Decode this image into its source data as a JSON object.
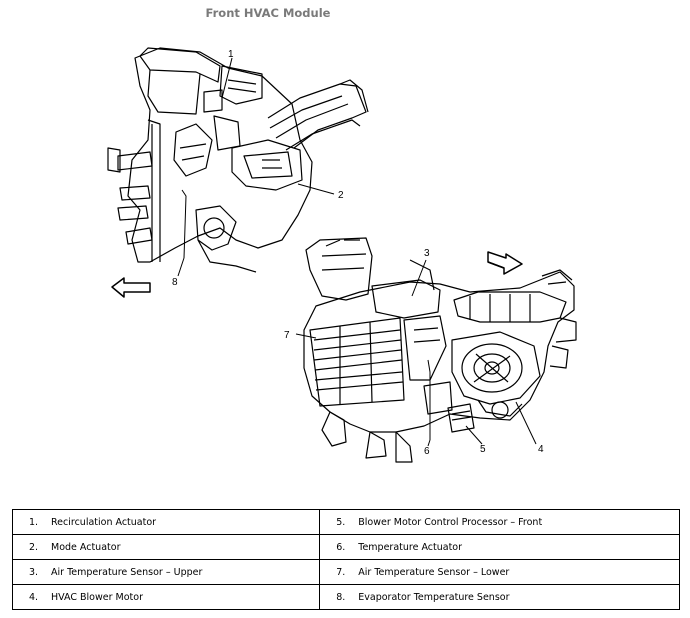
{
  "title": "Front HVAC Module",
  "callouts": [
    "1",
    "2",
    "3",
    "4",
    "5",
    "6",
    "7",
    "8"
  ],
  "legend": [
    [
      {
        "num": "1.",
        "label": "Recirculation Actuator"
      },
      {
        "num": "5.",
        "label": "Blower Motor Control Processor – Front"
      }
    ],
    [
      {
        "num": "2.",
        "label": "Mode Actuator"
      },
      {
        "num": "6.",
        "label": "Temperature Actuator"
      }
    ],
    [
      {
        "num": "3.",
        "label": "Air Temperature Sensor – Upper"
      },
      {
        "num": "7.",
        "label": "Air Temperature Sensor – Lower"
      }
    ],
    [
      {
        "num": "4.",
        "label": "HVAC Blower Motor"
      },
      {
        "num": "8.",
        "label": "Evaporator Temperature Sensor"
      }
    ]
  ]
}
